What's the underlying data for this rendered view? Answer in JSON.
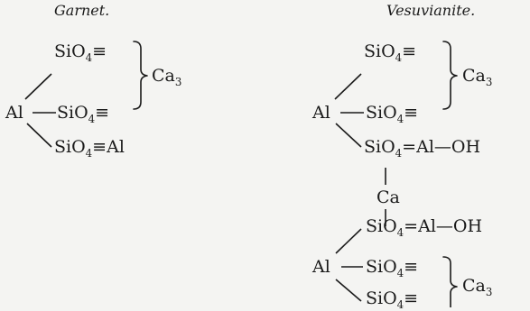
{
  "garnet": {
    "title": "Garnet.",
    "row1": "SiO4≡",
    "row2": "SiO4≡",
    "row3": "SiO4≡Al",
    "center": "Al",
    "group": "Ca3"
  },
  "vesuvianite": {
    "title": "Vesuvianite.",
    "row1": "SiO4≡",
    "row2": "SiO4≡",
    "row3": "SiO4=Al—OH",
    "center1": "Al",
    "group1": "Ca3",
    "link": "Ca",
    "row4": "SiO4=Al—OH",
    "row5": "SiO4≡",
    "row6": "SiO4≡",
    "center2": "Al",
    "group2": "Ca3"
  }
}
